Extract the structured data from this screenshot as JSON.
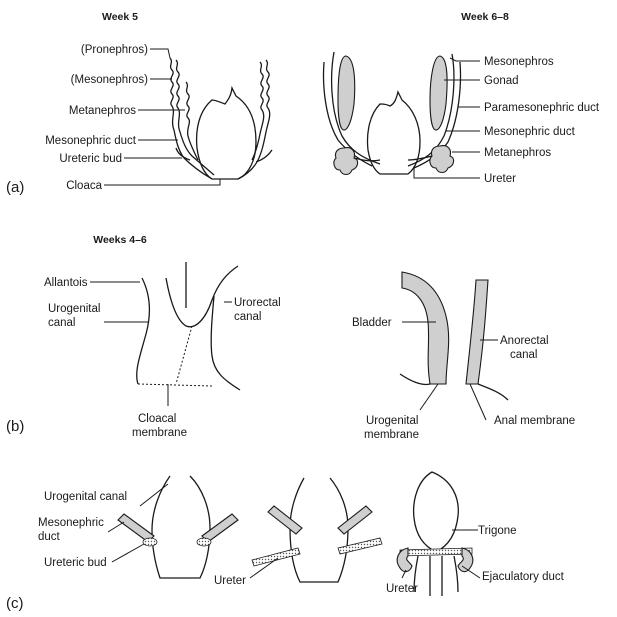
{
  "panel_a": {
    "title_left": "Week 5",
    "title_right": "Week 6–8",
    "letter": "(a)",
    "left_labels": {
      "pronephros": "(Pronephros)",
      "mesonephros": "(Mesonephros)",
      "metanephros": "Metanephros",
      "mesonephric_duct": "Mesonephric duct",
      "ureteric_bud": "Ureteric bud",
      "cloaca": "Cloaca"
    },
    "right_labels": {
      "mesonephros": "Mesonephros",
      "gonad": "Gonad",
      "paramesonephric_duct": "Paramesonephric duct",
      "mesonephric_duct": "Mesonephric duct",
      "metanephros": "Metanephros",
      "ureter": "Ureter"
    }
  },
  "panel_b": {
    "title": "Weeks 4–6",
    "letter": "(b)",
    "left_labels": {
      "allantois": "Allantois",
      "urogenital_canal_1": "Urogenital",
      "urogenital_canal_2": "canal",
      "urorectal_canal_1": "Urorectal",
      "urorectal_canal_2": "canal",
      "cloacal_membrane_1": "Cloacal",
      "cloacal_membrane_2": "membrane"
    },
    "right_labels": {
      "bladder": "Bladder",
      "anorectal_canal_1": "Anorectal",
      "anorectal_canal_2": "canal",
      "urogenital_membrane_1": "Urogenital",
      "urogenital_membrane_2": "membrane",
      "anal_membrane": "Anal membrane"
    }
  },
  "panel_c": {
    "letter": "(c)",
    "labels": {
      "urogenital_canal": "Urogenital canal",
      "mesonephric_duct_1": "Mesonephric",
      "mesonephric_duct_2": "duct",
      "ureteric_bud": "Ureteric bud",
      "ureter_mid": "Ureter",
      "trigone": "Trigone",
      "ureter_right": "Ureter",
      "ejaculatory_duct": "Ejaculatory duct"
    }
  },
  "colors": {
    "ink": "#1a1a1a",
    "shade": "#cfcfcf",
    "background": "#ffffff"
  }
}
